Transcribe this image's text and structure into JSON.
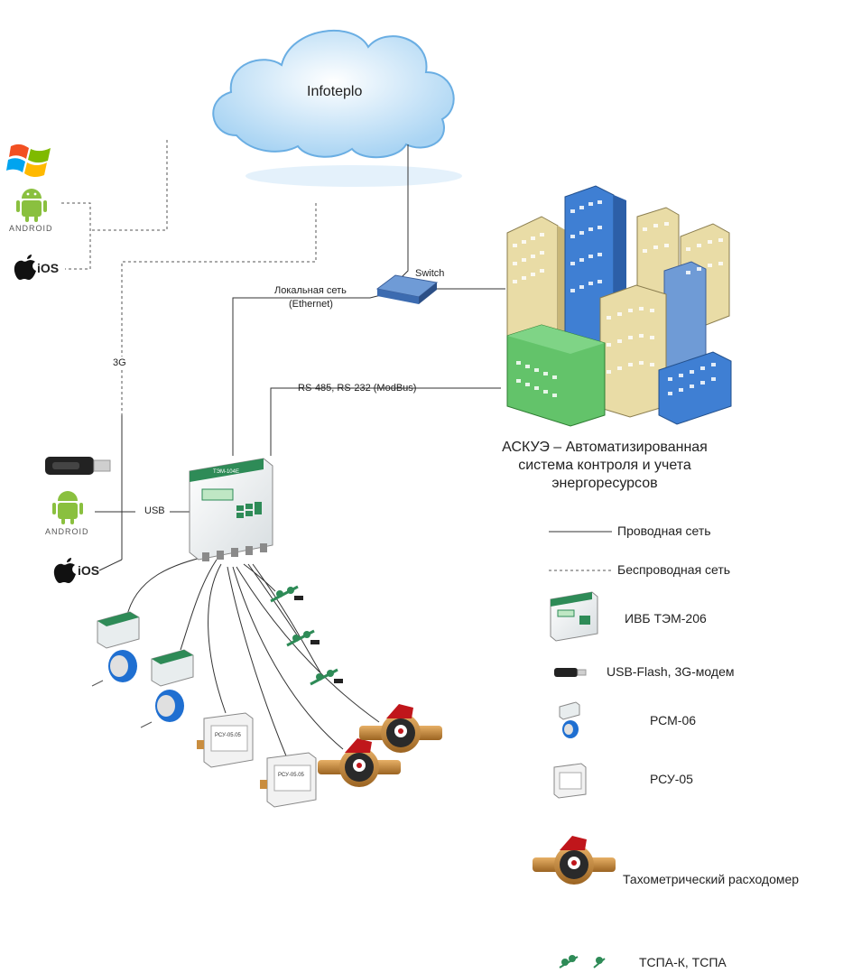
{
  "cloud": {
    "label": "Infoteplo"
  },
  "switch": {
    "label": "Switch"
  },
  "links": {
    "local_network": "Локальная сеть",
    "local_network_sub": "(Ethernet)",
    "rs485": "RS-485, RS-232 (ModBus)",
    "usb": "USB",
    "g3": "3G"
  },
  "clients": {
    "android_word": "ANDROID",
    "ios_word": "iOS"
  },
  "device": {
    "title": "ТЭМ-104Е"
  },
  "meters": {
    "rsu_face": "РСУ-05.05"
  },
  "askue": {
    "lines": [
      "АСКУЭ – Автоматизированная",
      "система контроля и учета",
      "энергоресурсов"
    ]
  },
  "legend": [
    {
      "key": "wired",
      "label": "Проводная сеть",
      "icon": "solid-line"
    },
    {
      "key": "wireless",
      "label": "Беспроводная сеть",
      "icon": "dashed-line"
    },
    {
      "key": "ivb",
      "label": "ИВБ ТЭМ-206",
      "icon": "controller-icon"
    },
    {
      "key": "usb",
      "label": "USB-Flash, 3G-модем",
      "icon": "usb-stick-icon"
    },
    {
      "key": "rsm",
      "label": "РСМ-06",
      "icon": "rsm-meter-icon"
    },
    {
      "key": "rsu",
      "label": "РСУ-05",
      "icon": "rsu-meter-icon"
    },
    {
      "key": "tacho",
      "label": "Тахометрический расходомер",
      "icon": "water-meter-icon"
    },
    {
      "key": "tspa",
      "label": "ТСПА-К, ТСПА",
      "icon": "temperature-sensor-icon"
    }
  ],
  "colors": {
    "cloud": "#bfe0f7",
    "building_blue": "#3f7fd3",
    "building_green": "#63c36a",
    "building_beige": "#e9dca6",
    "device_green": "#2e8b57",
    "meter_blue": "#1f6fd1",
    "brass": "#c98d3f",
    "red_cap": "#c0161b"
  }
}
